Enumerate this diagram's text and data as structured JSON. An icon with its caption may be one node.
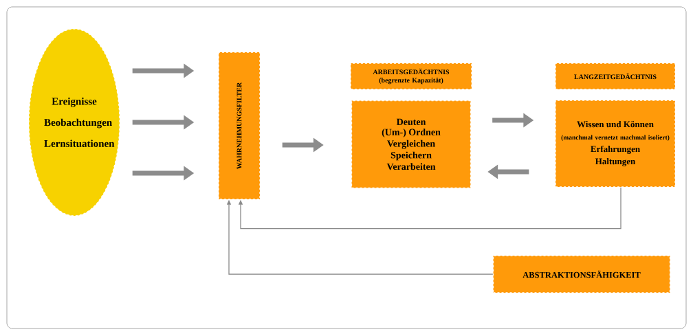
{
  "diagram": {
    "nodes": [
      {
        "text": [
          "Ereignisse",
          "Beobachtungen",
          "Lernsituationen"
        ]
      },
      {
        "text": [
          "WAHRNEHMUNGSFILTER"
        ]
      },
      {
        "text": [
          "ARBEITSGEDÄCHTNIS",
          "(begrenzte Kapazität)"
        ]
      },
      {
        "text": [
          "Deuten",
          "(Um-) Ordnen",
          "Vergleichen",
          "Speichern",
          "Verarbeiten"
        ]
      },
      {
        "text": [
          "LANGZEITGEDÄCHTNIS"
        ]
      },
      {
        "text": [
          "Wissen und Können",
          "(manchmal vernetzt machmal isoliert)",
          "Erfahrungen",
          "Haltungen"
        ]
      },
      {
        "text": [
          "ABSTRAKTIONSFÄHIGKEIT"
        ]
      }
    ],
    "edges": [
      {
        "from": 0,
        "to": 1,
        "arrow": "to"
      },
      {
        "from": 0,
        "to": 1,
        "arrow": "to"
      },
      {
        "from": 0,
        "to": 1,
        "arrow": "to"
      },
      {
        "from": 1,
        "to": 3,
        "arrow": "to"
      },
      {
        "from": 3,
        "to": 5,
        "arrow": "to"
      },
      {
        "from": 5,
        "to": 3,
        "arrow": "to"
      },
      {
        "from": 5,
        "to": 1,
        "arrow": "to"
      },
      {
        "from": 6,
        "to": 1,
        "arrow": "to"
      }
    ]
  }
}
